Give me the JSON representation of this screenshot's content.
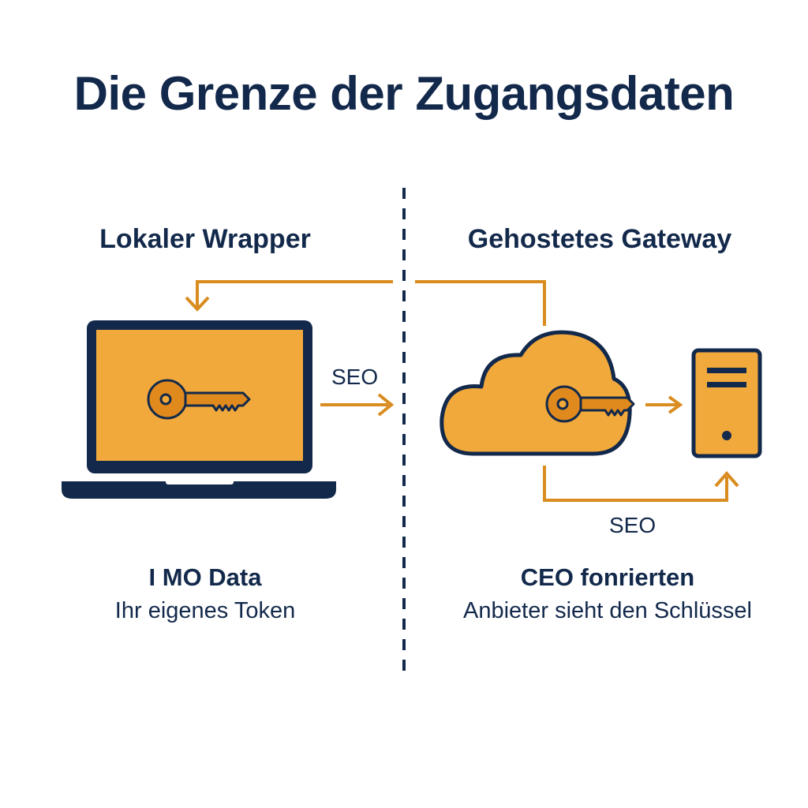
{
  "title": "Die Grenze der Zugangsdaten",
  "left_panel": {
    "heading": "Lokaler Wrapper",
    "flow_label": "SEO",
    "caption_title": "I MO Data",
    "caption_subtitle": "Ihr eigenes Token",
    "icons": [
      "laptop-icon",
      "key-icon"
    ]
  },
  "right_panel": {
    "heading": "Gehostetes Gateway",
    "flow_label": "SEO",
    "caption_title": "CEO fonrierten",
    "caption_subtitle": "Anbieter sieht den Schlüssel",
    "icons": [
      "cloud-icon",
      "key-icon",
      "server-icon"
    ]
  },
  "colors": {
    "navy": "#13294b",
    "orange": "#f2a93b",
    "arrow": "#d98c1f",
    "key": "#e08a1e"
  }
}
